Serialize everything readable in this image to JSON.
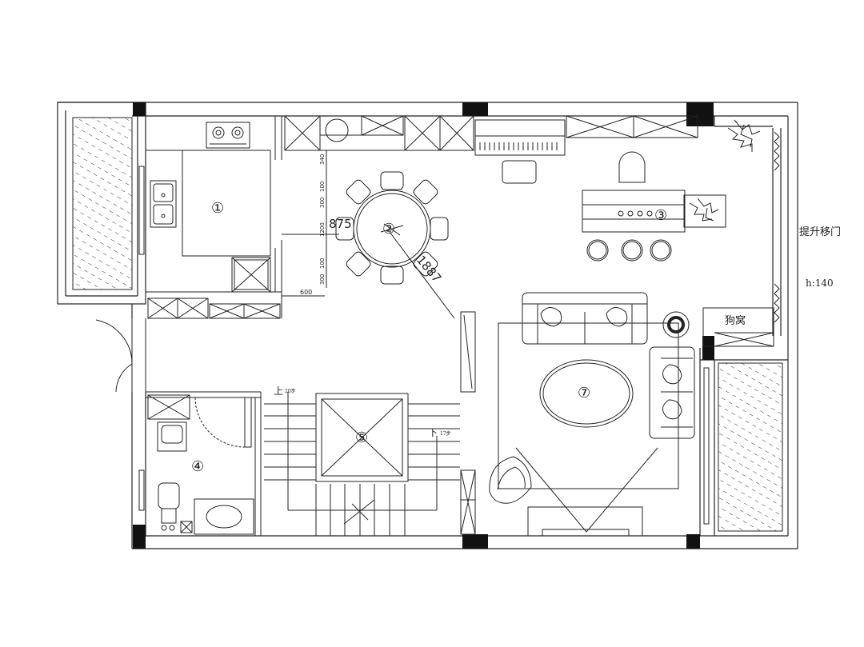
{
  "rooms": {
    "kitchen": "①",
    "dining": "②",
    "bar": "③",
    "bathroom": "④",
    "stair": "⑤",
    "living": "⑦"
  },
  "dimensions": {
    "vertical_stack": [
      "340",
      "100",
      "300",
      "1200",
      "100",
      "300"
    ],
    "dim_600": "600",
    "diag_upper": "875",
    "diag_lower": "1887"
  },
  "stairs": {
    "up_label": "上",
    "up_steps": "20步",
    "down_label": "下",
    "down_steps": "17步"
  },
  "labels": {
    "lift_door": "提升移门",
    "height": "h:140",
    "dog_house": "狗窝"
  }
}
